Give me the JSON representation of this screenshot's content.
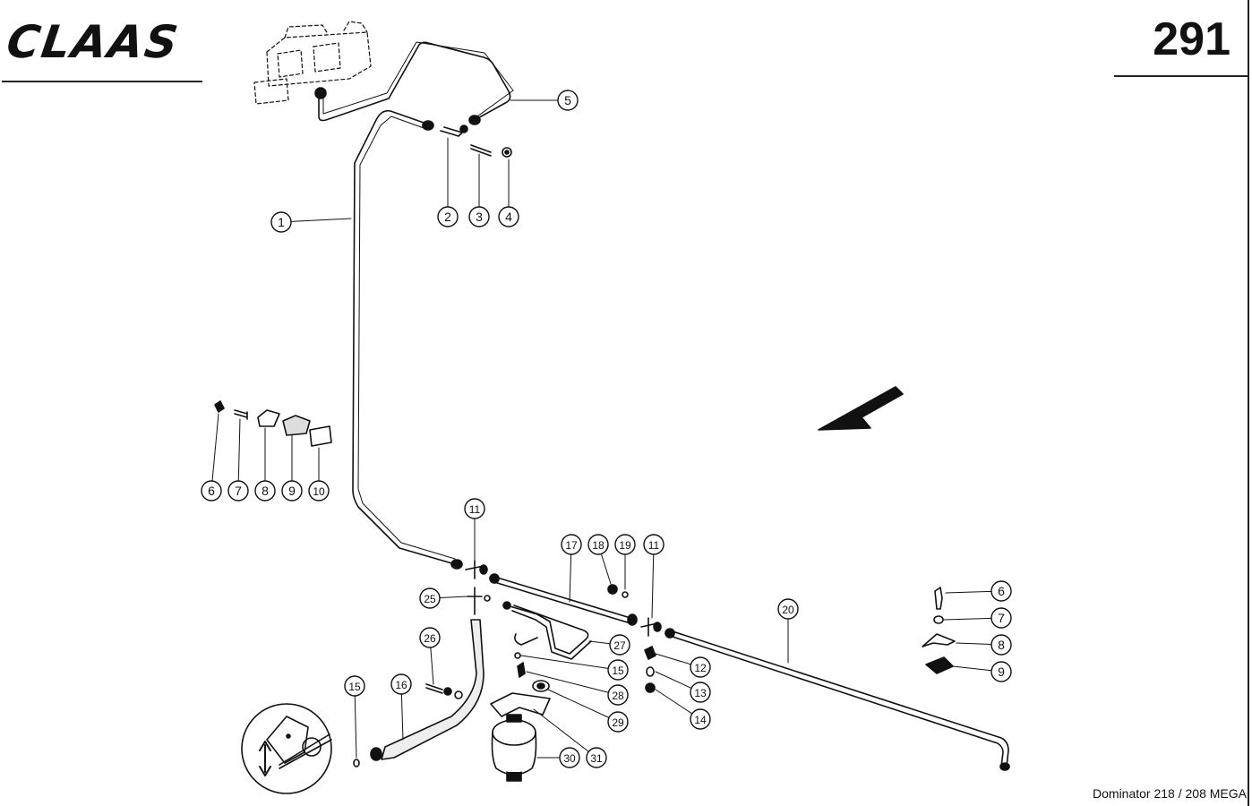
{
  "header": {
    "brand": "CLAAS",
    "page_number": "291"
  },
  "footer": {
    "model": "Dominator 218 / 208 MEGA"
  },
  "callouts": [
    {
      "label": "1"
    },
    {
      "label": "2"
    },
    {
      "label": "3"
    },
    {
      "label": "4"
    },
    {
      "label": "5"
    },
    {
      "label": "6"
    },
    {
      "label": "7"
    },
    {
      "label": "8"
    },
    {
      "label": "9"
    },
    {
      "label": "10"
    },
    {
      "label": "11"
    },
    {
      "label": "18"
    },
    {
      "label": "19"
    },
    {
      "label": "17"
    },
    {
      "label": "11"
    },
    {
      "label": "20"
    },
    {
      "label": "25"
    },
    {
      "label": "6"
    },
    {
      "label": "7"
    },
    {
      "label": "8"
    },
    {
      "label": "9"
    },
    {
      "label": "26"
    },
    {
      "label": "27"
    },
    {
      "label": "12"
    },
    {
      "label": "15"
    },
    {
      "label": "13"
    },
    {
      "label": "15"
    },
    {
      "label": "16"
    },
    {
      "label": "28"
    },
    {
      "label": "14"
    },
    {
      "label": "29"
    },
    {
      "label": "30"
    },
    {
      "label": "31"
    }
  ],
  "colors": {
    "line": "#111111",
    "paper": "#ffffff"
  }
}
